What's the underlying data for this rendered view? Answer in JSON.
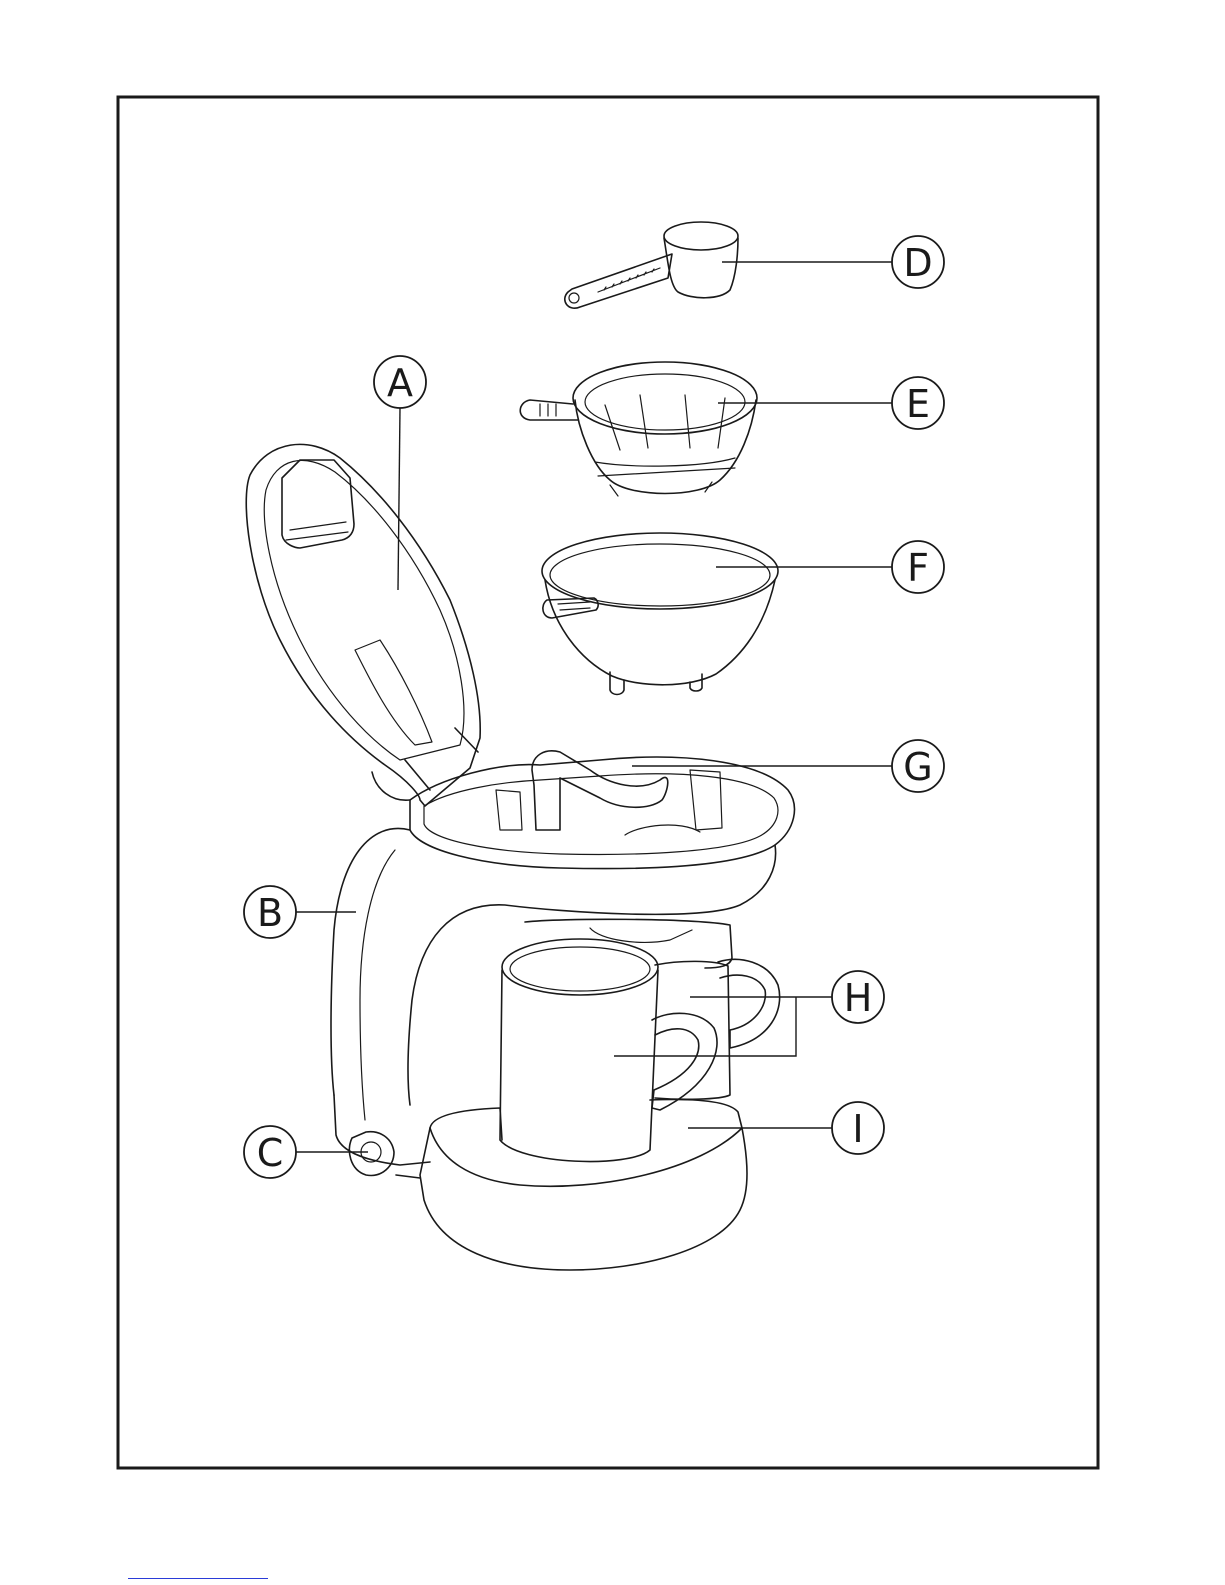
{
  "labels": {
    "A": "A",
    "B": "B",
    "C": "C",
    "D": "D",
    "E": "E",
    "F": "F",
    "G": "G",
    "H": "H",
    "I": "I"
  },
  "colors": {
    "line": "#1a1a1a",
    "background": "#ffffff",
    "scan_mark": "#2a3bd8"
  }
}
